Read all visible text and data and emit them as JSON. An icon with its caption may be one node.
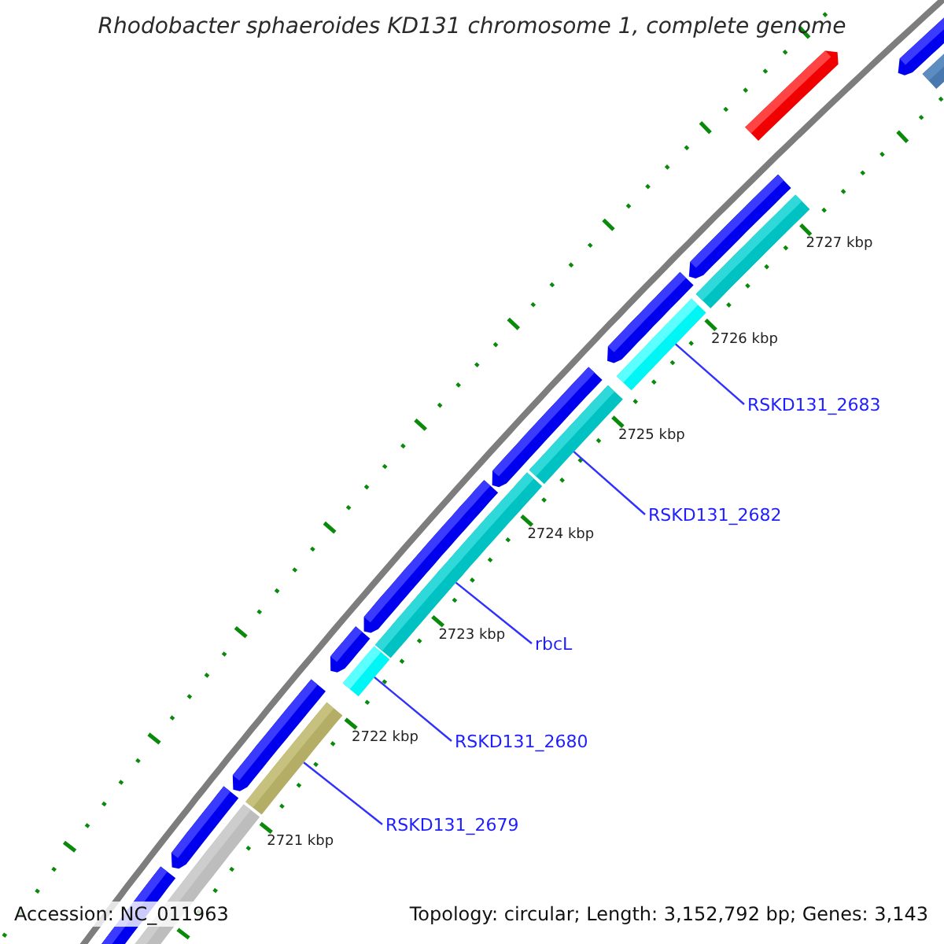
{
  "diagram": {
    "title": "Rhodobacter sphaeroides KD131 chromosome 1, complete genome",
    "nodes": [
      {
        "text": [
          "RSKD131_2683"
        ]
      },
      {
        "text": [
          "RSKD131_2682"
        ]
      },
      {
        "text": [
          "rbcL"
        ]
      },
      {
        "text": [
          "RSKD131_2680"
        ]
      },
      {
        "text": [
          "RSKD131_2679"
        ]
      },
      {
        "text": [],
        "shape": "bar"
      },
      {
        "text": [],
        "shape": "bar"
      },
      {
        "text": [],
        "shape": "bar"
      },
      {
        "text": [],
        "shape": "bar"
      },
      {
        "text": [],
        "shape": "bar"
      }
    ],
    "edges": [
      {
        "from": 0,
        "to": 5,
        "arrow": "none"
      },
      {
        "from": 1,
        "to": 6,
        "arrow": "none"
      },
      {
        "from": 2,
        "to": 7,
        "arrow": "none"
      },
      {
        "from": 3,
        "to": 8,
        "arrow": "none"
      },
      {
        "from": 4,
        "to": 9,
        "arrow": "none"
      }
    ],
    "labels": [
      "2727 kbp",
      "2726 kbp",
      "2725 kbp",
      "2724 kbp",
      "2723 kbp",
      "2722 kbp",
      "2721 kbp",
      "Accession: NC_011963",
      "Topology: circular; Length: 3,152,792 bp; Genes: 3,143"
    ]
  }
}
